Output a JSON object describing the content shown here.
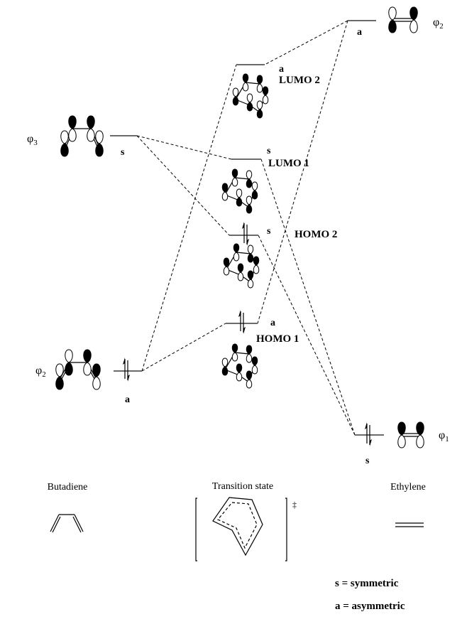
{
  "diagram": {
    "title": "Orbital correlation diagram: Diels-Alder cycloaddition (butadiene + ethylene)",
    "butadiene": {
      "orbitals": [
        {
          "id": "phi3",
          "label": "φ",
          "subscript": "3",
          "symmetry": "s",
          "occupied": false
        },
        {
          "id": "phi2",
          "label": "φ",
          "subscript": "2",
          "symmetry": "a",
          "occupied": true
        }
      ]
    },
    "ethylene": {
      "orbitals": [
        {
          "id": "phi2",
          "label": "φ",
          "subscript": "2",
          "symmetry": "a",
          "occupied": false
        },
        {
          "id": "phi1",
          "label": "φ",
          "subscript": "1",
          "symmetry": "s",
          "occupied": true
        }
      ]
    },
    "transition_state": {
      "orbitals": [
        {
          "id": "lumo2",
          "name": "LUMO 2",
          "symmetry": "a",
          "occupied": false
        },
        {
          "id": "lumo1",
          "name": "LUMO 1",
          "symmetry": "s",
          "occupied": false
        },
        {
          "id": "homo2",
          "name": "HOMO 2",
          "symmetry": "s",
          "occupied": true
        },
        {
          "id": "homo1",
          "name": "HOMO 1",
          "symmetry": "a",
          "occupied": true
        }
      ]
    },
    "correlations": [
      {
        "from": "butadiene.phi3",
        "to": "ts.lumo1"
      },
      {
        "from": "butadiene.phi3",
        "to": "ts.homo2"
      },
      {
        "from": "butadiene.phi2",
        "to": "ts.lumo2"
      },
      {
        "from": "butadiene.phi2",
        "to": "ts.homo1"
      },
      {
        "from": "ethylene.phi2",
        "to": "ts.lumo2"
      },
      {
        "from": "ethylene.phi2",
        "to": "ts.homo1"
      },
      {
        "from": "ethylene.phi1",
        "to": "ts.lumo1"
      },
      {
        "from": "ethylene.phi1",
        "to": "ts.homo2"
      }
    ],
    "captions": {
      "butadiene": "Butadiene",
      "transition_state": "Transition state",
      "ethylene": "Ethylene",
      "double_dagger": "‡"
    },
    "legend": {
      "s": "s = symmetric",
      "a": "a = asymmetric"
    }
  }
}
